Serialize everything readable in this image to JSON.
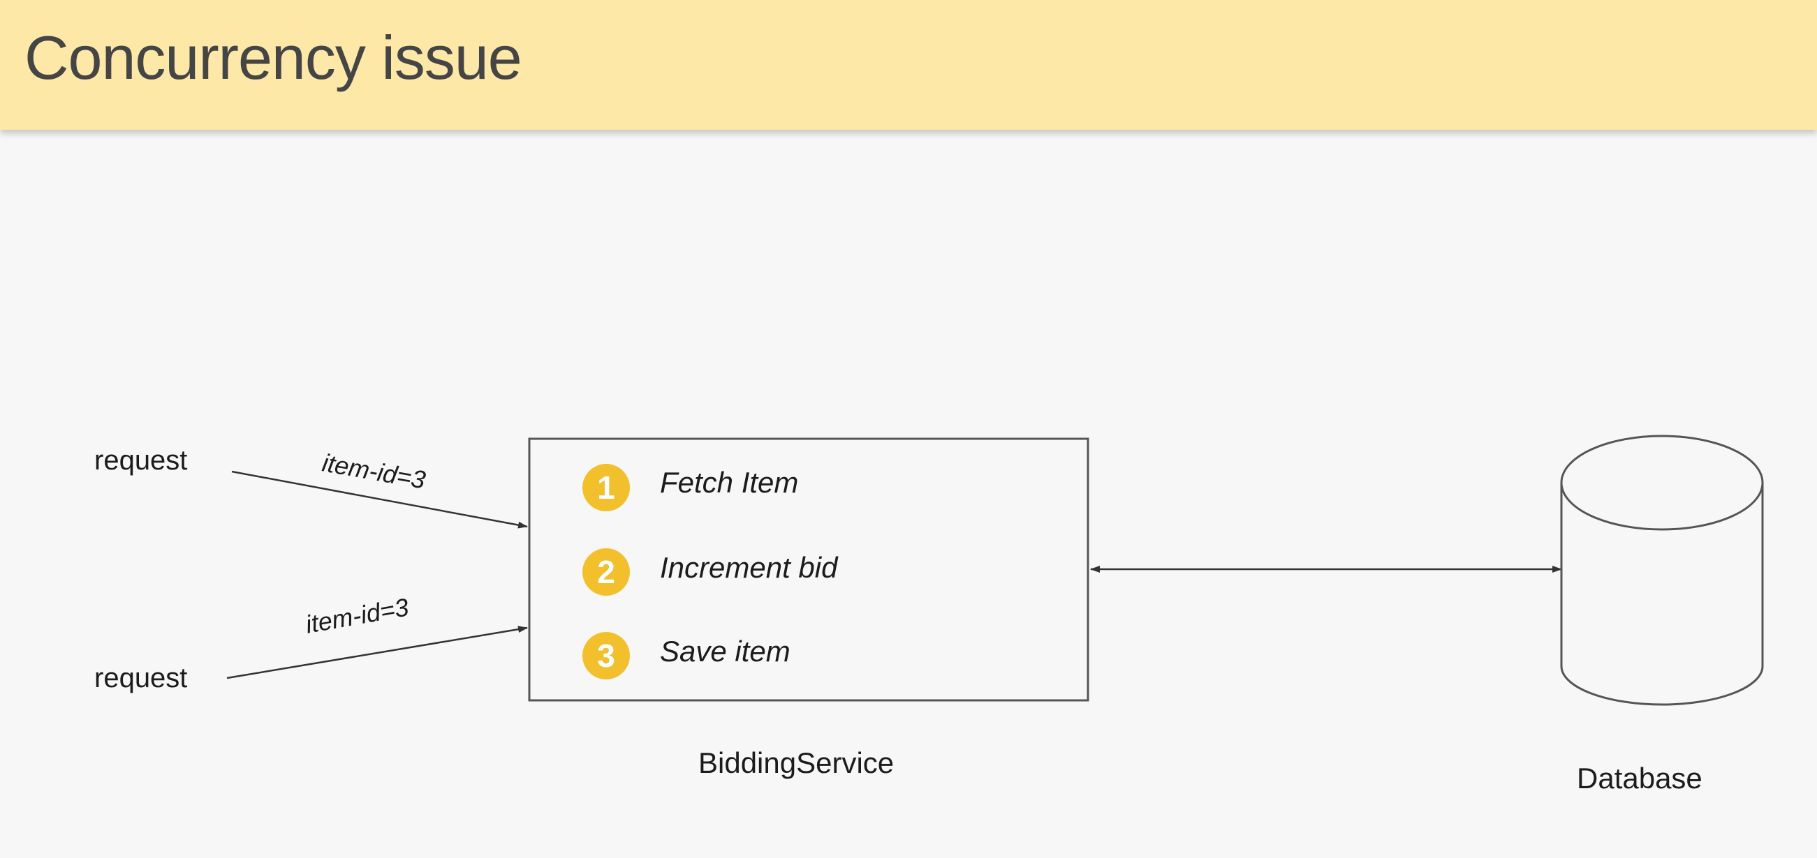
{
  "header": {
    "title": "Concurrency issue"
  },
  "requests": [
    {
      "label": "request",
      "param": "item-id=3"
    },
    {
      "label": "request",
      "param": "item-id=3"
    }
  ],
  "service": {
    "name": "BiddingService",
    "steps": [
      {
        "number": "1",
        "label": "Fetch Item"
      },
      {
        "number": "2",
        "label": "Increment bid"
      },
      {
        "number": "3",
        "label": "Save item"
      }
    ]
  },
  "database": {
    "name": "Database"
  },
  "colors": {
    "header_bg": "#fde8a7",
    "badge": "#f2c02c",
    "background": "#f7f7f7"
  }
}
